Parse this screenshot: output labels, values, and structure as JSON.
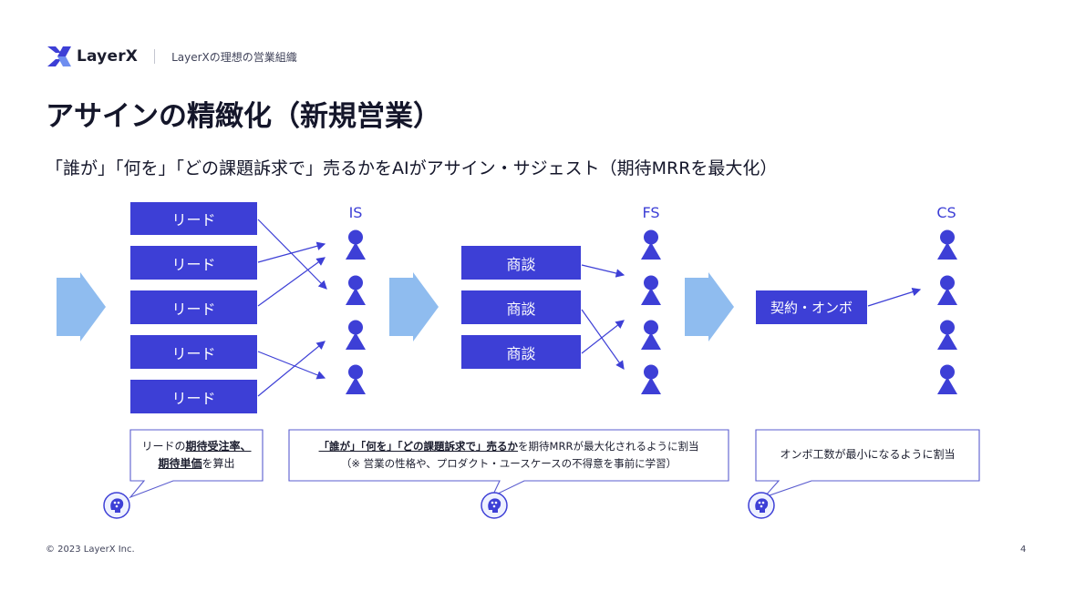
{
  "header": {
    "brand": "LayerX",
    "subtitle": "LayerXの理想の営業組織"
  },
  "title": "アサインの精緻化（新規営業）",
  "subtitle": "「誰が」「何を」「どの課題訴求で」売るかをAIがアサイン・サジェスト（期待MRRを最大化）",
  "stages": {
    "is": "IS",
    "fs": "FS",
    "cs": "CS"
  },
  "leads": [
    "リード",
    "リード",
    "リード",
    "リード",
    "リード"
  ],
  "deals": [
    "商談",
    "商談",
    "商談"
  ],
  "contract": "契約・オンボ",
  "callouts": {
    "left": {
      "part1": "リードの",
      "bold1": "期待受注率、",
      "bold2": "期待単価",
      "part2": "を算出"
    },
    "middle": {
      "bold1": "「誰が」「何を」「どの課題訴求で」売るか",
      "part1": "を期待MRRが最大化されるように割当",
      "line2": "（※ 営業の性格や、プロダクト・ユースケースの不得意を事前に学習）"
    },
    "right": {
      "text": "オンボ工数が最小になるように割当"
    }
  },
  "colors": {
    "accent": "#3d3fd6",
    "arrow": "#8fbcef",
    "callout_border": "#5a5ccf"
  },
  "icons": [
    "logo-icon",
    "person-icon",
    "ai-brain-icon",
    "flow-arrow-icon"
  ],
  "footer": {
    "copyright": "© 2023 LayerX Inc.",
    "page": "4"
  }
}
